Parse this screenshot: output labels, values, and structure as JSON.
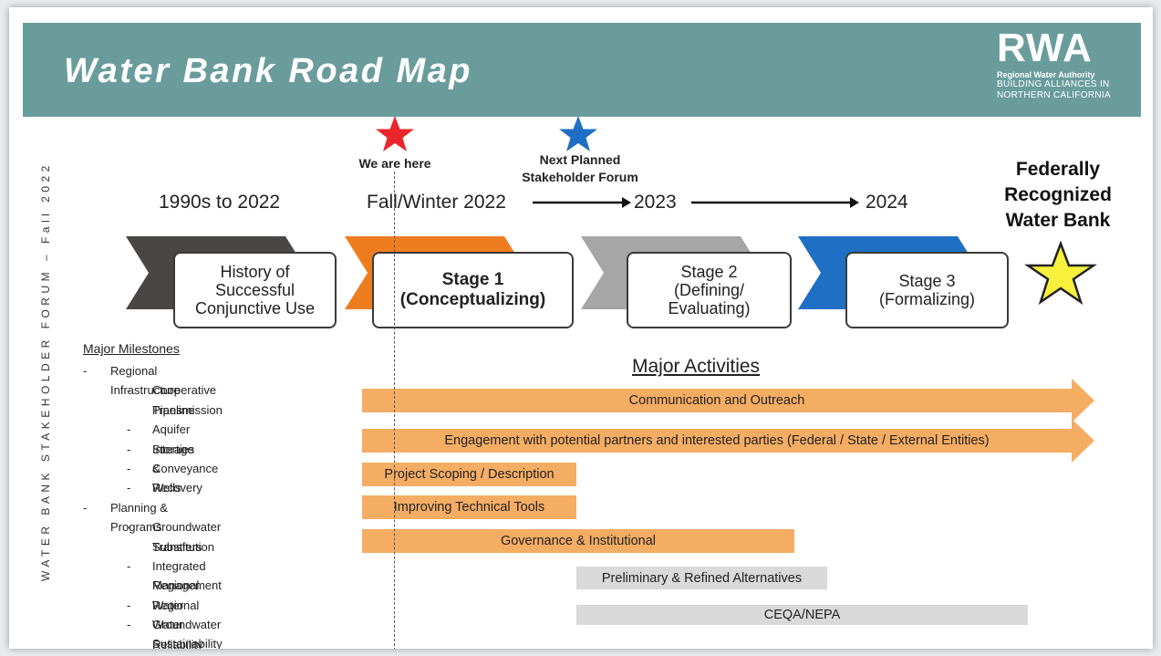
{
  "header": {
    "title": "Water Bank Road Map",
    "logo_mark": "RWA",
    "logo_name": "Regional Water Authority",
    "logo_tagline_1": "BUILDING ALLIANCES IN",
    "logo_tagline_2": "NORTHERN CALIFORNIA"
  },
  "side_label": "WATER BANK STAKEHOLDER FORUM – Fall 2022",
  "markers": {
    "current": {
      "label": "We are here",
      "color": "#e8262b"
    },
    "next": {
      "label_1": "Next Planned",
      "label_2": "Stakeholder Forum",
      "color": "#1f6fc4"
    }
  },
  "periods": [
    "1990s to 2022",
    "Fall/Winter 2022",
    "2023",
    "2024"
  ],
  "goal": {
    "line_1": "Federally",
    "line_2": "Recognized",
    "line_3": "Water Bank",
    "star_color": "#f7f03c"
  },
  "stages": [
    {
      "label": "History of\nSuccessful\nConjunctive Use",
      "chevron_color": "#4a4646"
    },
    {
      "label": "Stage 1\n(Conceptualizing)",
      "chevron_color": "#ee7d1f"
    },
    {
      "label": "Stage 2\n(Defining/\nEvaluating)",
      "chevron_color": "#a6a6a6"
    },
    {
      "label": "Stage 3\n(Formalizing)",
      "chevron_color": "#1f6fc4"
    }
  ],
  "milestones": {
    "heading": "Major Milestones",
    "items": [
      {
        "level": 1,
        "text": "Regional Infrastructure"
      },
      {
        "level": 2,
        "text": "Cooperative Transmission"
      },
      {
        "level": 3,
        "text": "Pipeline"
      },
      {
        "level": 2,
        "text": "Aquifer Storage & Recovery"
      },
      {
        "level": 2,
        "text": "Interties"
      },
      {
        "level": 2,
        "text": "Conveyance"
      },
      {
        "level": 2,
        "text": "Wells"
      },
      {
        "level": 1,
        "text": "Planning & Programs"
      },
      {
        "level": 2,
        "text": "Groundwater Substitution"
      },
      {
        "level": 3,
        "text": "Transfers"
      },
      {
        "level": 2,
        "text": "Integrated Regional Water"
      },
      {
        "level": 3,
        "text": "Management"
      },
      {
        "level": 2,
        "text": "Regional Water Reliability Plan"
      },
      {
        "level": 2,
        "text": "Groundwater Sustainability Plan"
      }
    ]
  },
  "activities": {
    "heading": "Major Activities",
    "items": [
      "Communication and Outreach",
      "Engagement with potential partners and interested parties (Federal / State / External Entities)",
      "Project Scoping / Description",
      "Improving Technical Tools",
      "Governance & Institutional",
      "Preliminary & Refined Alternatives",
      "CEQA/NEPA"
    ]
  }
}
